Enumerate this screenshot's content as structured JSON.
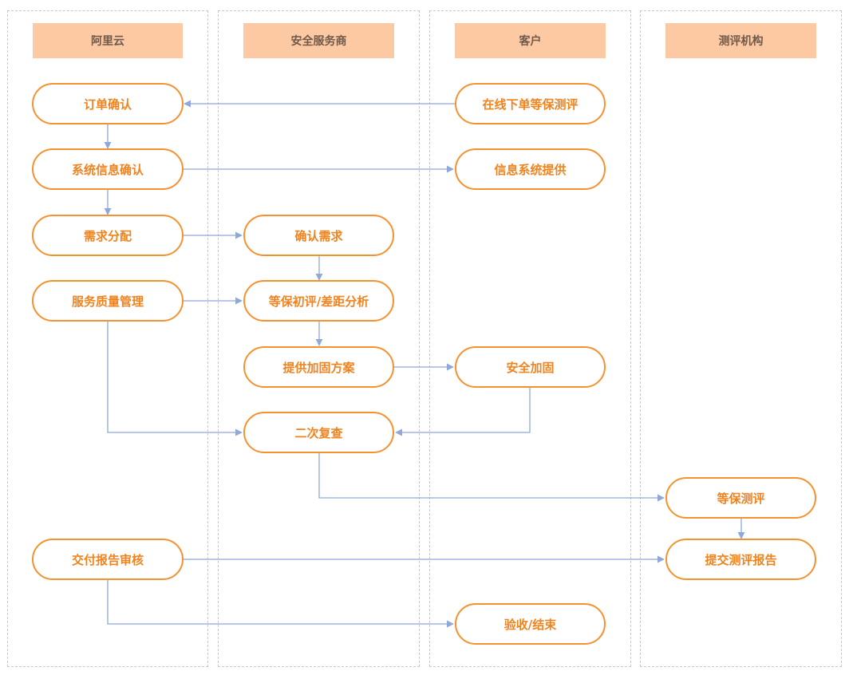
{
  "colors": {
    "lane_header_fill": "#fcc9a3",
    "node_border": "#f5922f",
    "node_text": "#f0831e",
    "arrow": "#8fa8dc"
  },
  "lanes": [
    {
      "label": "阿里云"
    },
    {
      "label": "安全服务商"
    },
    {
      "label": "客户"
    },
    {
      "label": "测评机构"
    }
  ],
  "nodes": {
    "order_confirm": "订单确认",
    "online_order": "在线下单等保测评",
    "sys_info_confirm": "系统信息确认",
    "info_sys_provide": "信息系统提供",
    "req_assign": "需求分配",
    "confirm_req": "确认需求",
    "quality_mgmt": "服务质量管理",
    "gap_analysis": "等保初评/差距分析",
    "harden_plan": "提供加固方案",
    "security_harden": "安全加固",
    "recheck": "二次复查",
    "mlps_eval": "等保测评",
    "report_review": "交付报告审核",
    "submit_report": "提交测评报告",
    "acceptance": "验收/结束"
  }
}
